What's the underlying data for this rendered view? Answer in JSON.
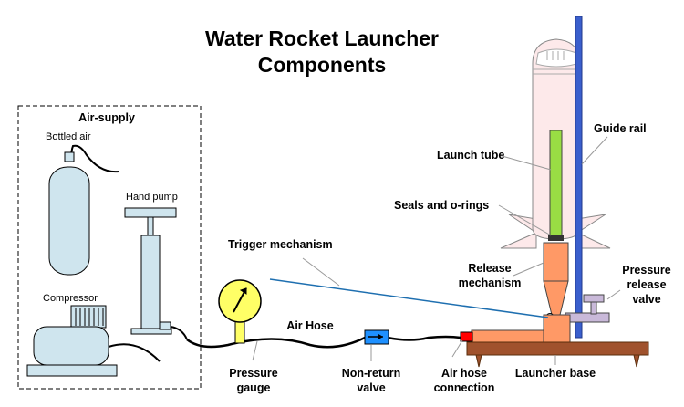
{
  "title": [
    "Water Rocket Launcher",
    "Components"
  ],
  "air_supply": {
    "heading": "Air-supply",
    "bottled_air": "Bottled air",
    "hand_pump": "Hand pump",
    "compressor": "Compressor"
  },
  "labels": {
    "trigger_mechanism": "Trigger mechanism",
    "air_hose": "Air Hose",
    "pressure_gauge": [
      "Pressure",
      "gauge"
    ],
    "non_return_valve": [
      "Non-return",
      "valve"
    ],
    "air_hose_connection": [
      "Air hose",
      "connection"
    ],
    "launcher_base": "Launcher base",
    "launch_tube": "Launch tube",
    "seals_and_orings": "Seals and o-rings",
    "release_mechanism": [
      "Release",
      "mechanism"
    ],
    "guide_rail": "Guide rail",
    "pressure_release_valve": [
      "Pressure",
      "release",
      "valve"
    ]
  },
  "colors": {
    "air_supply_fill": "#cfe5ee",
    "gauge_fill": "#ffff66",
    "valve_fill": "#1e90ff",
    "connection_fill": "#ff0000",
    "launcher_body": "#ff9966",
    "launcher_base": "#a0522d",
    "launch_tube": "#99dd44",
    "rocket_fill": "#fde9ea",
    "guide_rail": "#3a5fcd",
    "trigger_line": "#1e6fb0",
    "release_valve_fill": "#c9b9d9"
  }
}
